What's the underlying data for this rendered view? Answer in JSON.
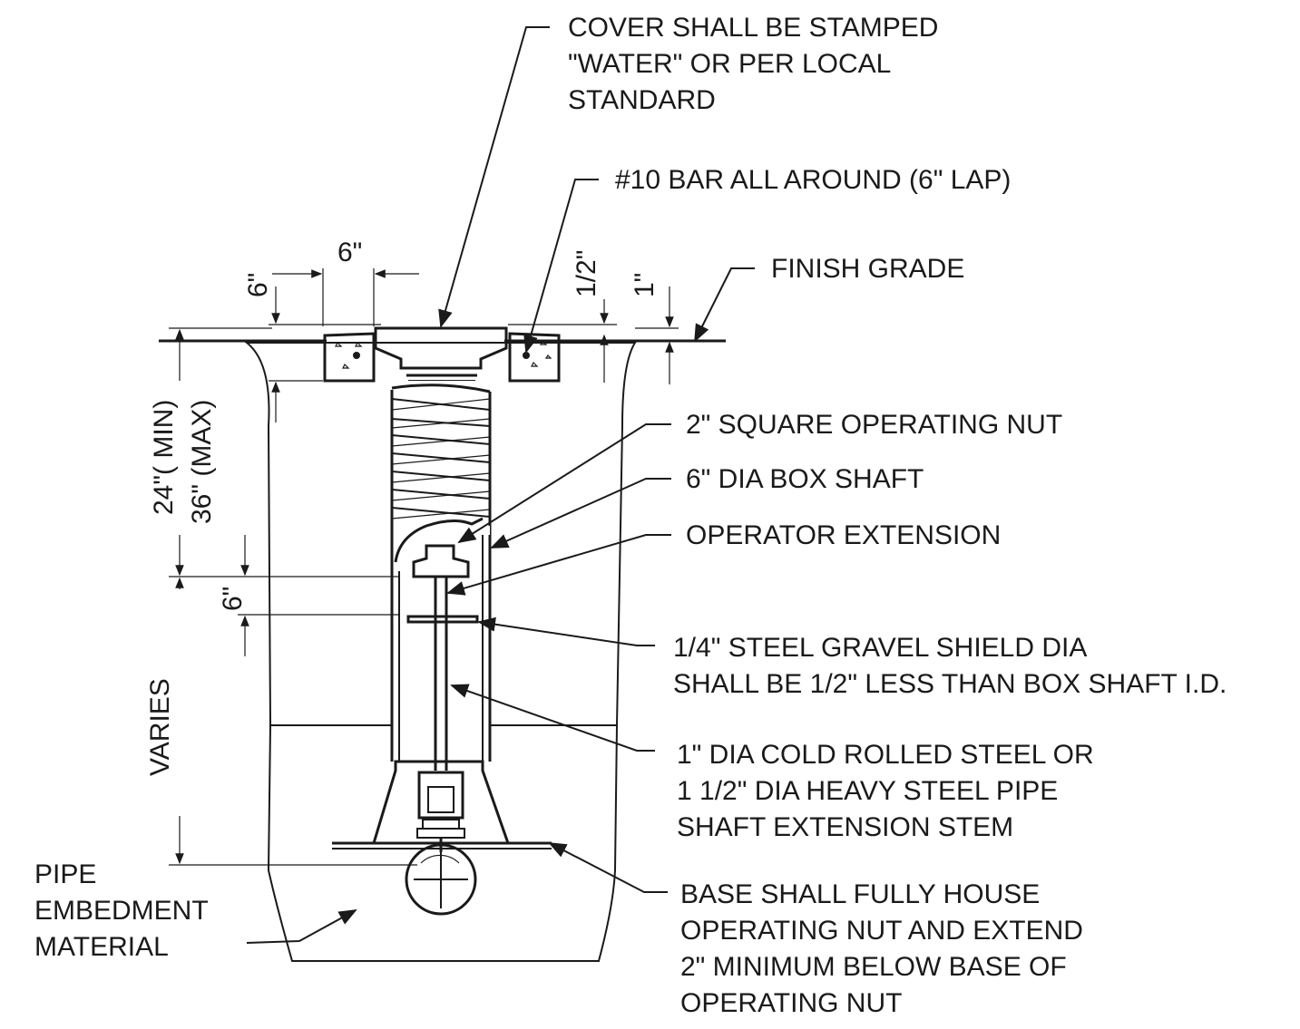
{
  "callouts": {
    "cover": [
      "COVER SHALL BE STAMPED",
      "\"WATER\" OR PER LOCAL",
      "STANDARD"
    ],
    "bar": [
      "#10 BAR ALL AROUND (6\" LAP)"
    ],
    "finish_grade": [
      "FINISH GRADE"
    ],
    "operating_nut": [
      "2\" SQUARE OPERATING NUT"
    ],
    "box_shaft": [
      "6\" DIA BOX SHAFT"
    ],
    "operator_extension": [
      "OPERATOR EXTENSION"
    ],
    "gravel_shield": [
      "1/4\" STEEL GRAVEL SHIELD DIA",
      "SHALL BE 1/2\" LESS THAN BOX SHAFT I.D."
    ],
    "stem": [
      "1\" DIA COLD ROLLED STEEL OR",
      "1 1/2\" DIA HEAVY STEEL PIPE",
      "SHAFT EXTENSION STEM"
    ],
    "base": [
      "BASE SHALL FULLY HOUSE",
      "OPERATING NUT AND EXTEND",
      "2\" MINIMUM BELOW BASE OF",
      "OPERATING NUT"
    ],
    "embedment": [
      "PIPE",
      "EMBEDMENT",
      "MATERIAL"
    ]
  },
  "dimensions": {
    "collar_width": "6\"",
    "collar_depth": "6\"",
    "half_inch": "1/2\"",
    "one_inch": "1\"",
    "depth_min": "24\"( MIN)",
    "depth_max": "36\" (MAX)",
    "shaft_six": "6\"",
    "varies": "VARIES"
  }
}
